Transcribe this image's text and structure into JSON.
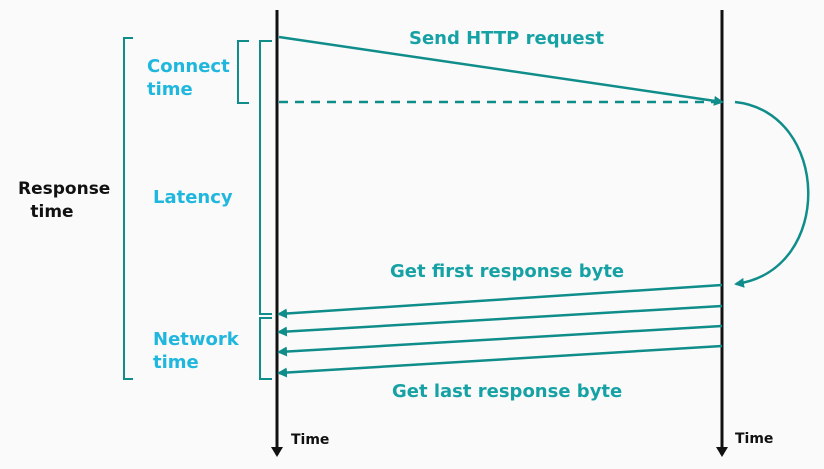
{
  "labels": {
    "response_time": "Response\ntime",
    "connect_time": "Connect\ntime",
    "latency": "Latency",
    "network_time": "Network\ntime",
    "send_request": "Send HTTP request",
    "first_byte": "Get first response byte",
    "last_byte": "Get last response byte",
    "time_left": "Time",
    "time_right": "Time"
  },
  "colors": {
    "teal": "#0f8d8a",
    "cyan_label": "#1fb7dd",
    "teal_label": "#16a2a5",
    "axis": "#111111",
    "background": "#fafafa"
  }
}
